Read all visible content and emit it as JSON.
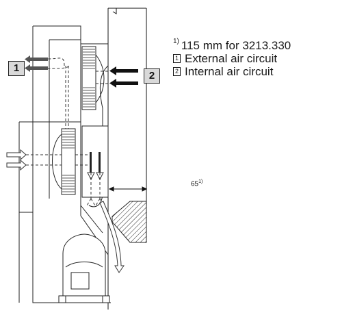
{
  "legend": {
    "footnote_mark": "1)",
    "footnote_text": "115 mm for 3213.330",
    "item1_num": "1",
    "item1_text": "External air circuit",
    "item2_num": "2",
    "item2_text": "Internal air circuit"
  },
  "callouts": {
    "one": "1",
    "two": "2"
  },
  "dimension": {
    "value": "65",
    "mark": "1)"
  }
}
